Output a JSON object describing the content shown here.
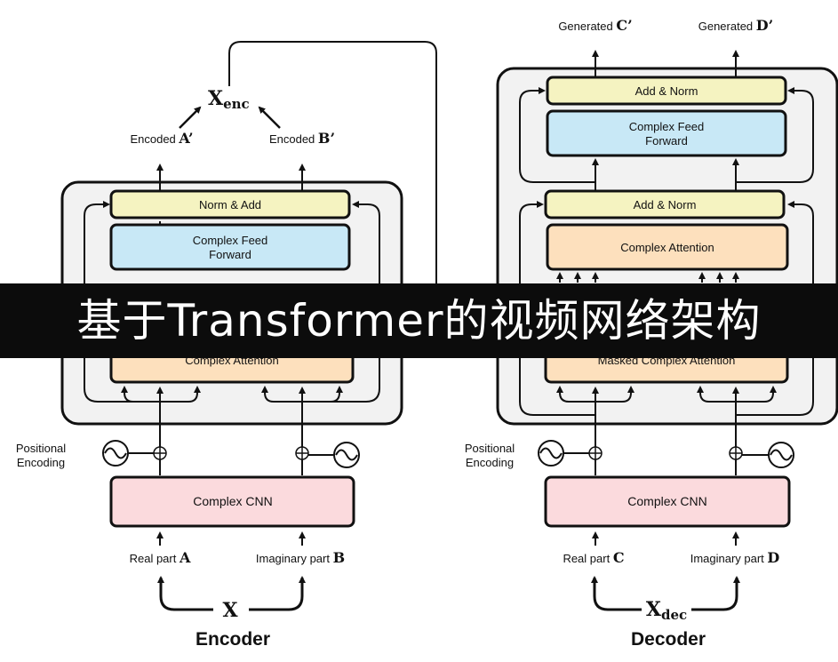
{
  "encoder": {
    "output_a_prefix": "Encoded",
    "output_a_symbol": "A’",
    "output_b_prefix": "Encoded",
    "output_b_symbol": "B’",
    "xenc_main": "X",
    "xenc_sub": "enc",
    "norm_add_label": "Norm & Add",
    "ff_line1": "Complex Feed",
    "ff_line2": "Forward",
    "attention_label": "Complex Attention",
    "pos_line1": "Positional",
    "pos_line2": "Encoding",
    "cnn_label": "Complex CNN",
    "input_a_prefix": "Real part",
    "input_a_symbol": "A",
    "input_b_prefix": "Imaginary part",
    "input_b_symbol": "B",
    "x_label": "X",
    "caption": "Encoder"
  },
  "decoder": {
    "output_c_prefix": "Generated",
    "output_c_symbol": "C’",
    "output_d_prefix": "Generated",
    "output_d_symbol": "D’",
    "add_norm_top": "Add & Norm",
    "ff_line1": "Complex Feed",
    "ff_line2": "Forward",
    "add_norm_mid": "Add & Norm",
    "attention_label": "Complex Attention",
    "masked_attention_label": "Masked Complex Attention",
    "pos_line1": "Positional",
    "pos_line2": "Encoding",
    "cnn_label": "Complex CNN",
    "input_c_prefix": "Real part",
    "input_c_symbol": "C",
    "input_d_prefix": "Imaginary part",
    "input_d_symbol": "D",
    "x_main": "X",
    "x_sub": "dec",
    "caption": "Decoder"
  },
  "banner_text": "基于Transformer的视频网络架构",
  "colors": {
    "yellow": "#f5f3c1",
    "blue": "#c8e8f6",
    "orange": "#fde0bd",
    "pink": "#fbdadd",
    "panel": "#f2f2f2",
    "banner": "#0c0c0c"
  }
}
